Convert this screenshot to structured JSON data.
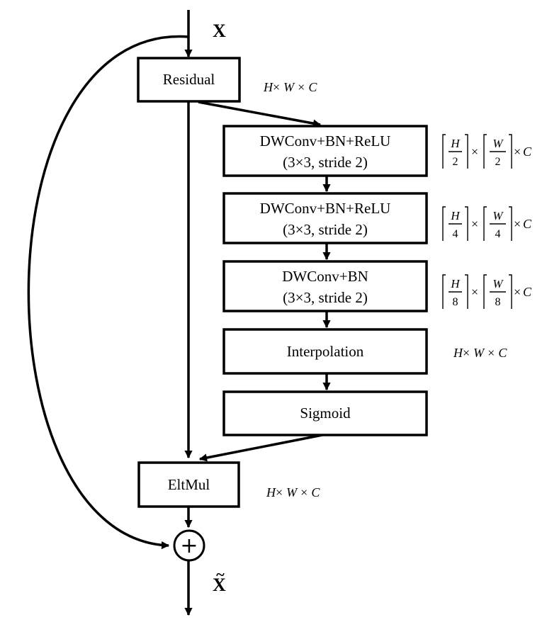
{
  "input_label": "X",
  "output_label": "X",
  "output_accent": "~",
  "residual": "Residual",
  "eltmul": "EltMul",
  "plus_symbol": "+",
  "blocks": [
    {
      "line1": "DWConv+BN+ReLU",
      "line2": "(3×3, stride 2)"
    },
    {
      "line1": "DWConv+BN+ReLU",
      "line2": "(3×3, stride 2)"
    },
    {
      "line1": "DWConv+BN",
      "line2": "(3×3, stride 2)"
    },
    {
      "line1": "Interpolation"
    },
    {
      "line1": "Sigmoid"
    }
  ],
  "dims": {
    "full": {
      "h": "H",
      "w": "W",
      "c": "C",
      "times": "×"
    },
    "frac1": {
      "h": "H",
      "w": "W",
      "den": "2",
      "c": "C",
      "times": "×"
    },
    "frac2": {
      "h": "H",
      "w": "W",
      "den": "4",
      "c": "C",
      "times": "×"
    },
    "frac3": {
      "h": "H",
      "w": "W",
      "den": "8",
      "c": "C",
      "times": "×"
    }
  },
  "colors": {
    "stroke": "#000000",
    "background": "#ffffff"
  }
}
